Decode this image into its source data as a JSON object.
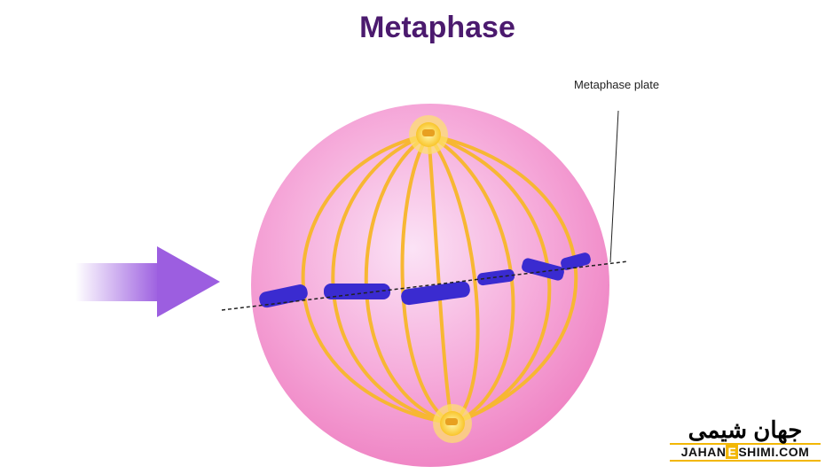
{
  "title": "Metaphase",
  "labels": {
    "metaphase_plate": "Metaphase plate"
  },
  "logo": {
    "persian_text": "جهان شیمی",
    "latin_left": "JAHAN",
    "latin_e": "E",
    "latin_right": "SHIMI.COM"
  },
  "colors": {
    "title": "#4b1a6e",
    "cell": "#f08cc8",
    "spindle": "#f7b733",
    "chromosome": "#3a2bd0",
    "arrow": "#9c5ee0",
    "logo_accent": "#f2b705"
  }
}
